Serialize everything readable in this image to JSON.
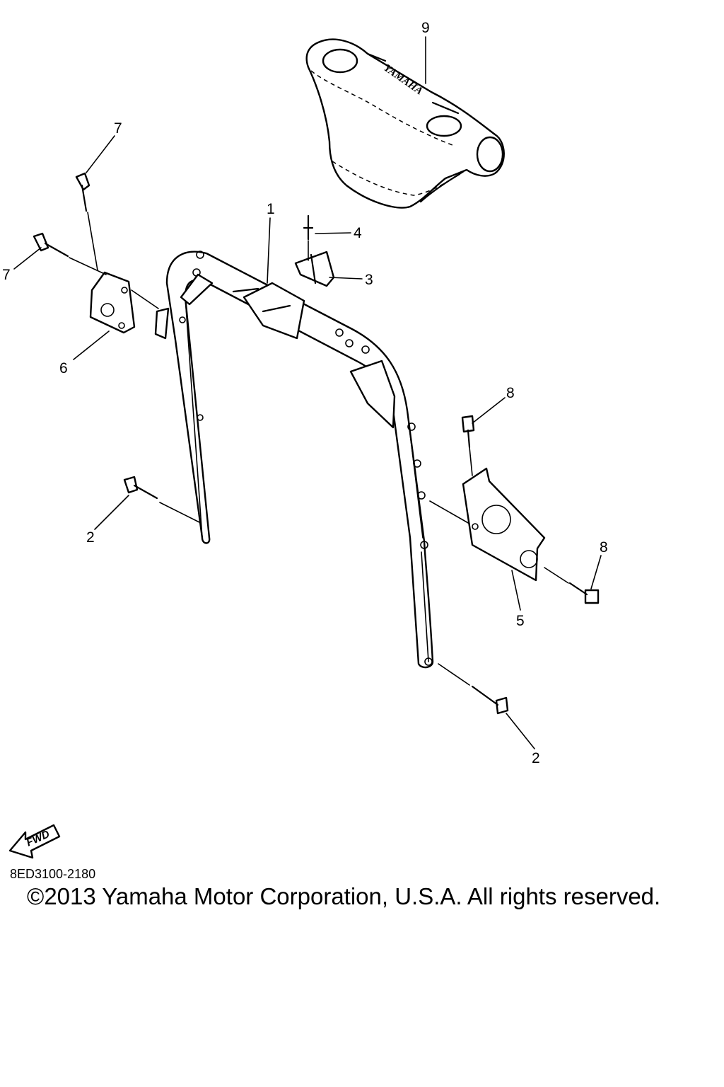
{
  "callouts": {
    "c1": "1",
    "c2a": "2",
    "c2b": "2",
    "c3": "3",
    "c4": "4",
    "c5": "5",
    "c6": "6",
    "c7a": "7",
    "c7b": "7",
    "c8a": "8",
    "c8b": "8",
    "c9": "9"
  },
  "pad_logo": "YAMAHA",
  "fwd_label": "FWD",
  "diagram_code": "8ED3100-2180",
  "copyright": "©2013 Yamaha Motor Corporation, U.S.A. All rights reserved."
}
